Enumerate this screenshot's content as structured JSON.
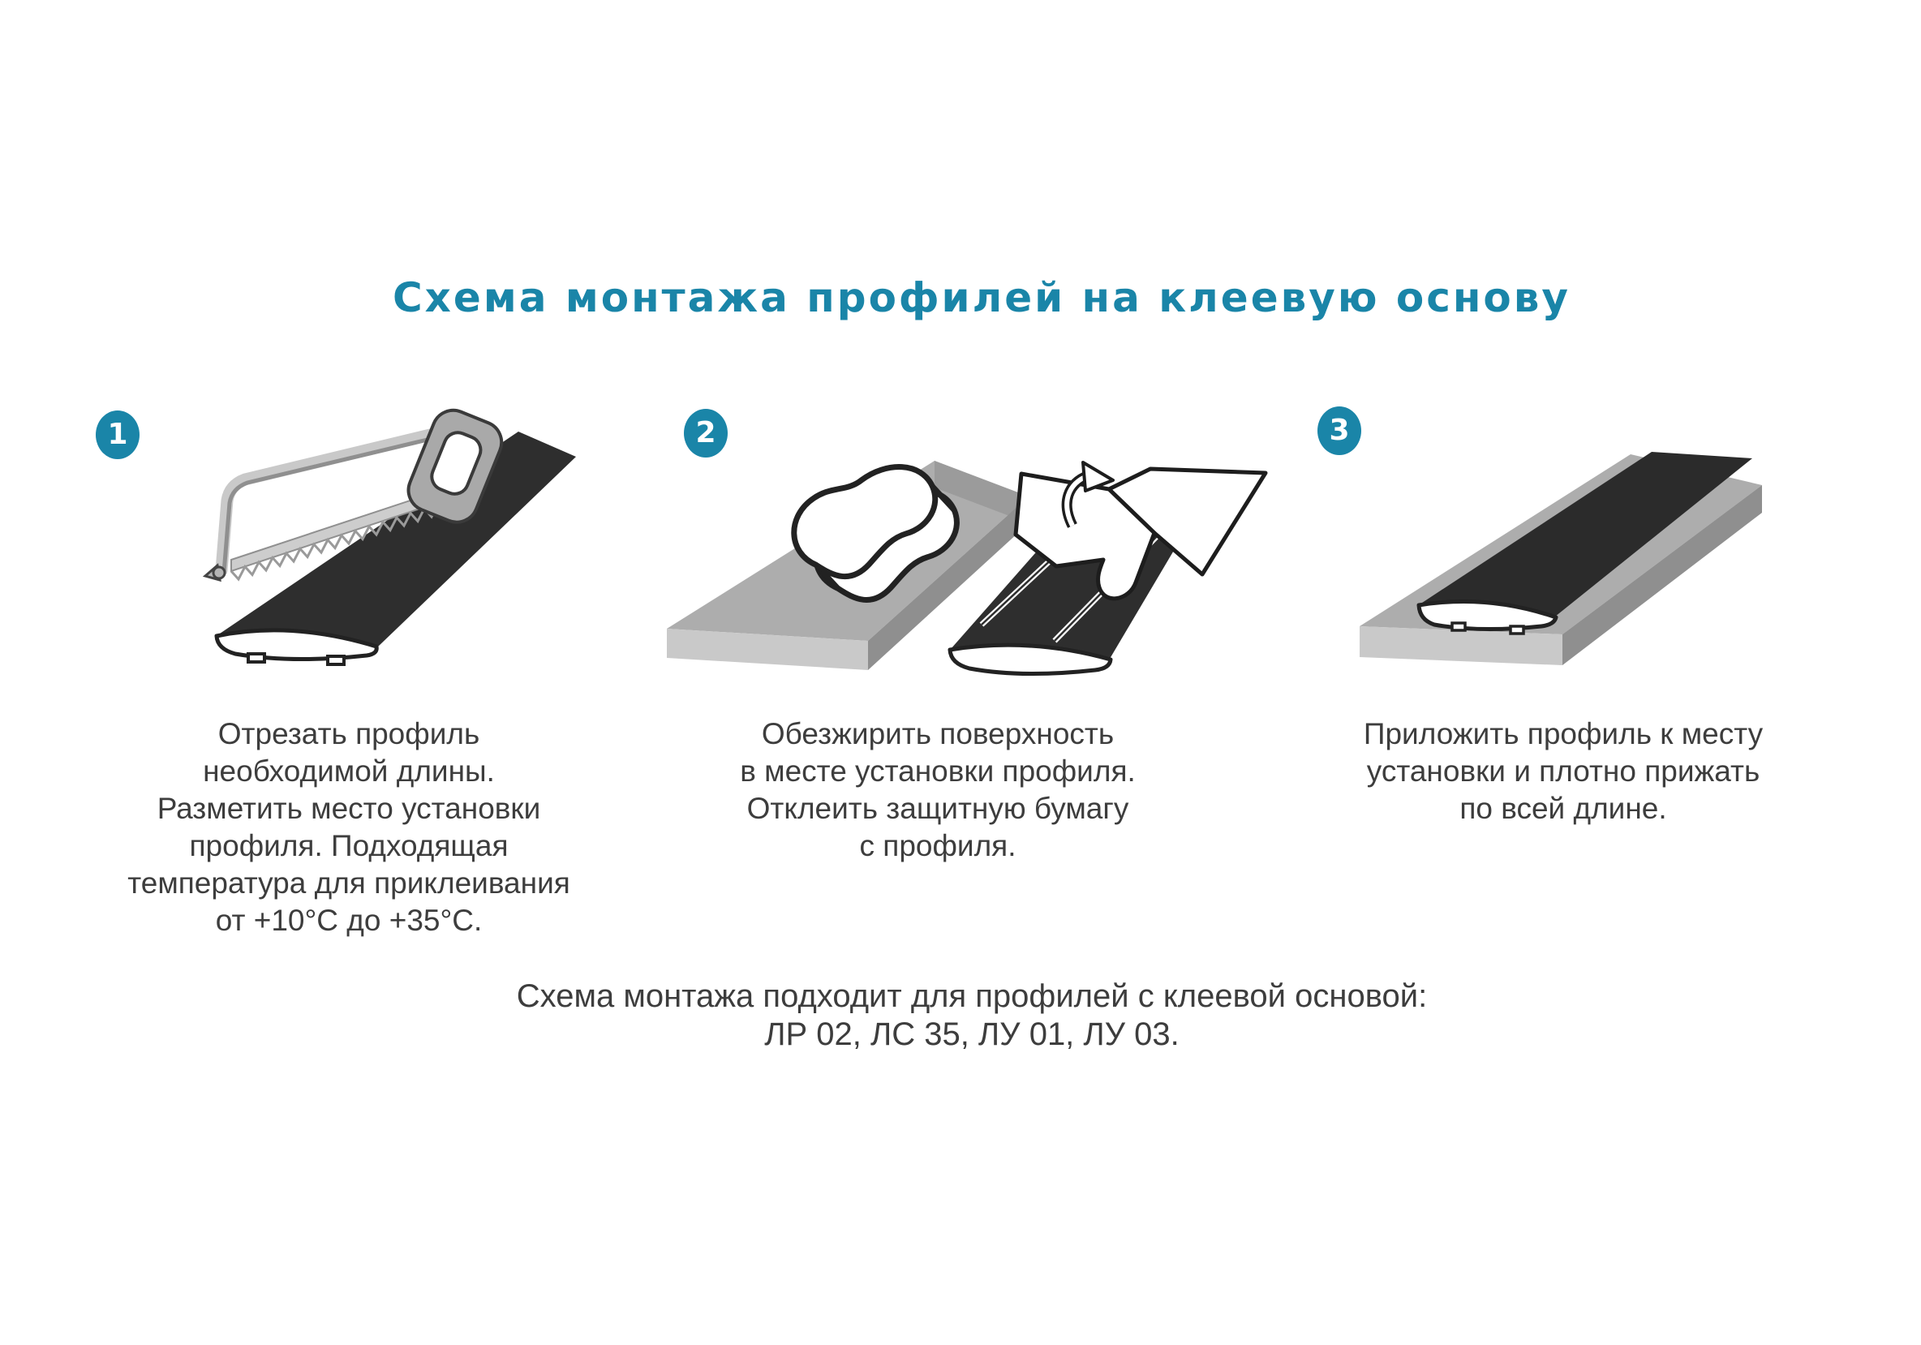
{
  "title": "Схема монтажа профилей на клеевую основу",
  "colors": {
    "accent_teal": "#1a85a8",
    "text_gray": "#3d3d3d",
    "profile_dark": "#2e2e2e",
    "board_top": "#adadad",
    "board_front": "#c9c9c9",
    "board_side": "#8f8f8f",
    "saw_frame": "#c9c9c9",
    "saw_handle": "#a9a9a9"
  },
  "steps": [
    {
      "number": "1",
      "illustration": "hacksaw-cutting-profile",
      "lines": [
        "Отрезать профиль",
        "необходимой длины.",
        "Разметить место установки",
        "профиля. Подходящая",
        "температура для приклеивания",
        "от +10°С до +35°С."
      ]
    },
    {
      "number": "2",
      "illustration": "sponge-degrease-and-peel-backing-paper",
      "lines": [
        "Обезжирить поверхность",
        "в месте установки профиля.",
        "Отклеить защитную бумагу",
        "с профиля."
      ]
    },
    {
      "number": "3",
      "illustration": "profile-pressed-on-surface",
      "lines": [
        "Приложить профиль к месту",
        "установки и плотно прижать",
        "по всей длине."
      ]
    }
  ],
  "footer": {
    "lines": [
      "Схема монтажа подходит для профилей с клеевой основой:",
      "ЛР 02, ЛС 35, ЛУ 01, ЛУ 03."
    ]
  }
}
